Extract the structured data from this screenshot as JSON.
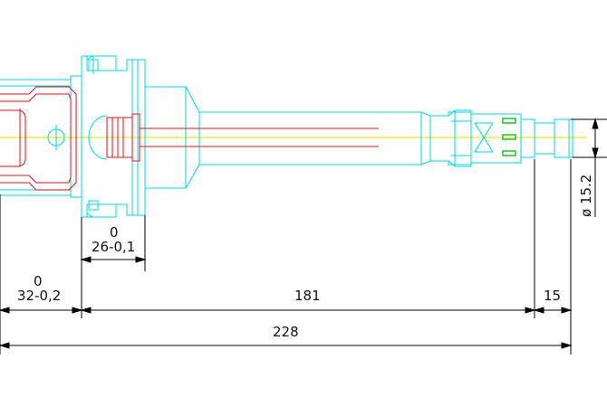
{
  "colors": {
    "background": "#ffffff",
    "outline": "#00d8e0",
    "detail": "#e0101c",
    "centerline": "#e8e000",
    "dimension": "#000000",
    "marker": "#20c030"
  },
  "dimensions": {
    "collar_upper": "0",
    "collar_lower": "26-0,1",
    "taper_upper": "0",
    "taper_lower": "32-0,2",
    "shank_length": "181",
    "tip_length": "15",
    "overall_length": "228",
    "tip_diameter": "ø 15.2"
  }
}
